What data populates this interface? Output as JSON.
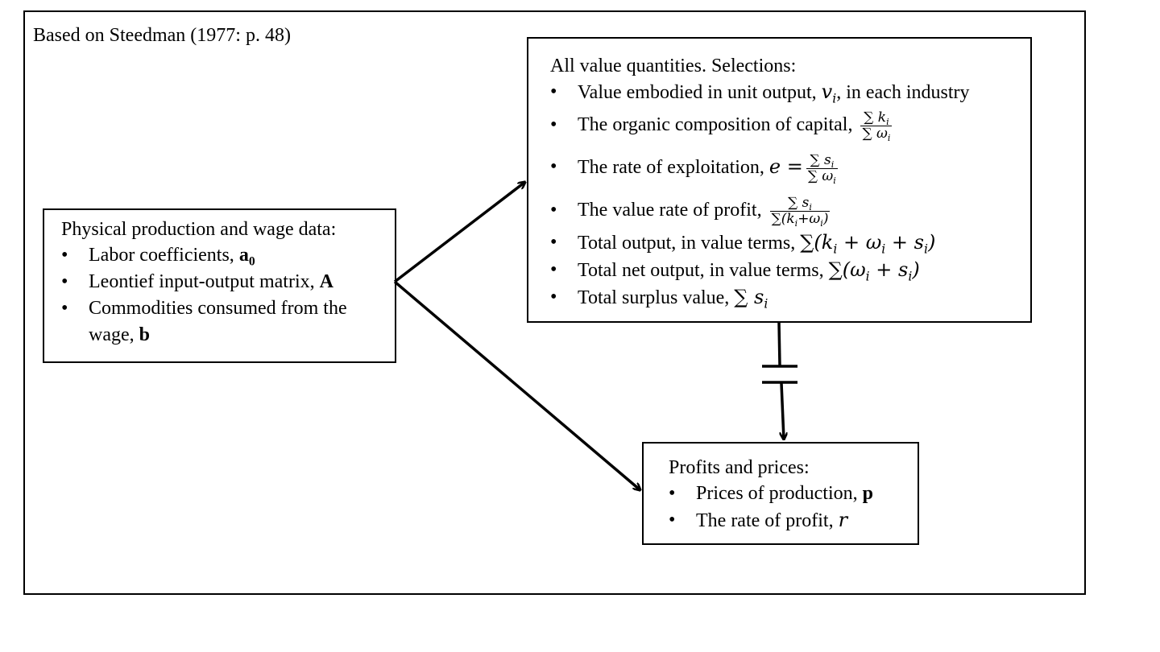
{
  "source_note": "Based on Steedman (1977: p. 48)",
  "physical_box": {
    "title": "Physical production and wage data:",
    "items": [
      {
        "text": "Labor coefficients, ",
        "symbol": "a",
        "sub": "0"
      },
      {
        "text": "Leontief input-output matrix, ",
        "symbol": "A"
      },
      {
        "text": "Commodities consumed from the",
        "text2": "wage, ",
        "symbol": "b"
      }
    ]
  },
  "value_box": {
    "title": "All value quantities. Selections:",
    "items": [
      {
        "text": "Value embodied in unit output, ",
        "math": "v",
        "sub": "i",
        "tail": ", in each industry"
      },
      {
        "text": "The organic composition of capital, ",
        "num": "∑ k",
        "num_sub": "i",
        "den": "∑ ω",
        "den_sub": "i"
      },
      {
        "text": "The rate of exploitation, ",
        "prefix": "e =",
        "num": "∑ s",
        "num_sub": "i",
        "den": "∑ ω",
        "den_sub": "i"
      },
      {
        "text": "The value rate of profit, ",
        "num": "∑ s",
        "num_sub": "i",
        "den": "∑(k",
        "den_sub": "i",
        "den_mid": "+ω",
        "den_sub2": "i",
        "den_tail": ")"
      },
      {
        "text": "Total output, in value terms, ",
        "formula": "∑(k_i + ω_i + s_i)"
      },
      {
        "text": "Total net output, in value terms, ",
        "formula": "∑(ω_i + s_i)"
      },
      {
        "text": "Total surplus value, ",
        "formula": "∑ s_i"
      }
    ]
  },
  "profits_box": {
    "title": "Profits and prices:",
    "items": [
      {
        "text": "Prices of production, ",
        "symbol": "p"
      },
      {
        "text": "The rate of profit, ",
        "math": "r"
      }
    ]
  }
}
